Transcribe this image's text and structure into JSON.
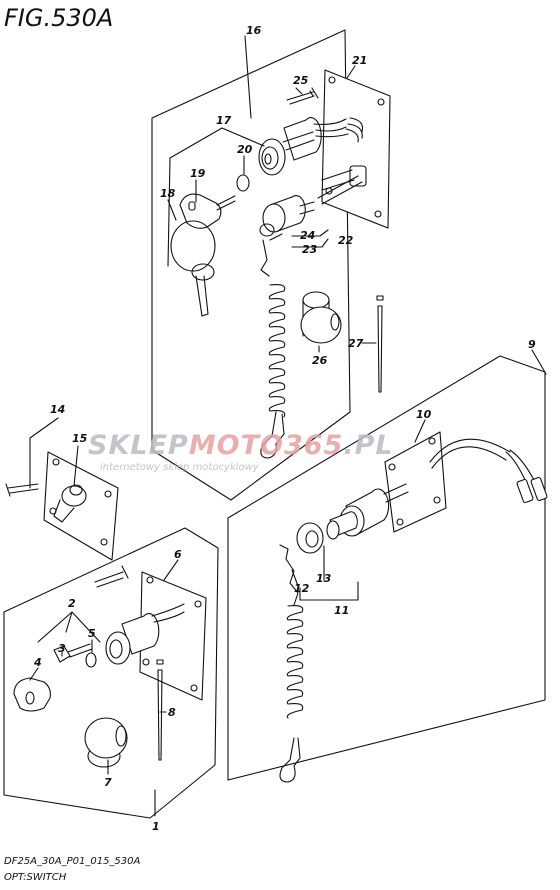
{
  "figure": {
    "title": "FIG.530A",
    "code": "DF25A_30A_P01_015_530A",
    "caption": "OPT:SWITCH"
  },
  "watermark": {
    "brand_a": "SKLEP",
    "brand_b": "MOTO",
    "brand_c": "365",
    "brand_d": ".PL",
    "tagline": "internetowy sklep motocyklowy",
    "colors": {
      "gray": "#b9bcc2",
      "red": "#e8a0a0"
    }
  },
  "callouts": [
    {
      "id": "c16",
      "text": "16"
    },
    {
      "id": "c21",
      "text": "21"
    },
    {
      "id": "c25",
      "text": "25"
    },
    {
      "id": "c17",
      "text": "17"
    },
    {
      "id": "c20",
      "text": "20"
    },
    {
      "id": "c19",
      "text": "19"
    },
    {
      "id": "c18",
      "text": "18"
    },
    {
      "id": "c24",
      "text": "24"
    },
    {
      "id": "c22",
      "text": "22"
    },
    {
      "id": "c23",
      "text": "23"
    },
    {
      "id": "c27",
      "text": "27"
    },
    {
      "id": "c26",
      "text": "26"
    },
    {
      "id": "c9",
      "text": "9"
    },
    {
      "id": "c10",
      "text": "10"
    },
    {
      "id": "c14",
      "text": "14"
    },
    {
      "id": "c15",
      "text": "15"
    },
    {
      "id": "c6",
      "text": "6"
    },
    {
      "id": "c2",
      "text": "2"
    },
    {
      "id": "c5",
      "text": "5"
    },
    {
      "id": "c3",
      "text": "3"
    },
    {
      "id": "c4",
      "text": "4"
    },
    {
      "id": "c8",
      "text": "8"
    },
    {
      "id": "c7",
      "text": "7"
    },
    {
      "id": "c1",
      "text": "1"
    },
    {
      "id": "c13",
      "text": "13"
    },
    {
      "id": "c12",
      "text": "12"
    },
    {
      "id": "c11",
      "text": "11"
    }
  ]
}
